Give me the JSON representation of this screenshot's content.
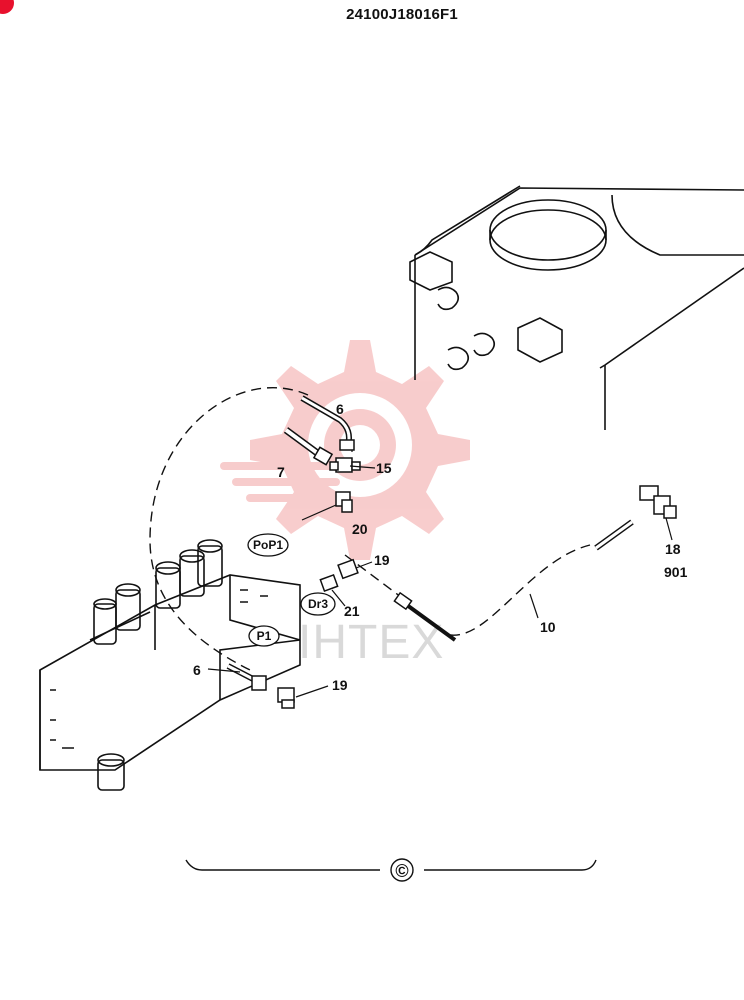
{
  "header": {
    "part_number": "24100J18016F1"
  },
  "watermark": {
    "text": "IHTEX",
    "color": "#f2a4a4"
  },
  "brand_colors": {
    "corner_mark": "#e8112d"
  },
  "callouts": {
    "c6a": "6",
    "c7": "7",
    "c15": "15",
    "c20": "20",
    "c19a": "19",
    "c21": "21",
    "c6b": "6",
    "c19b": "19",
    "c10": "10",
    "c18": "18",
    "c901": "901"
  },
  "ports": {
    "pop1": "PoP1",
    "dr3": "Dr3",
    "p1": "P1"
  },
  "footer": {
    "section_symbol": "©"
  }
}
